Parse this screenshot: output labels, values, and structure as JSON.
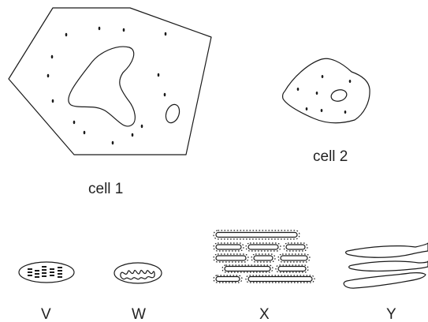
{
  "labels": {
    "cell1": "cell 1",
    "cell2": "cell 2",
    "v": "V",
    "w": "W",
    "x": "X",
    "y": "Y"
  },
  "colors": {
    "line": "#1a1a1a",
    "text": "#222222",
    "background": "#ffffff"
  }
}
